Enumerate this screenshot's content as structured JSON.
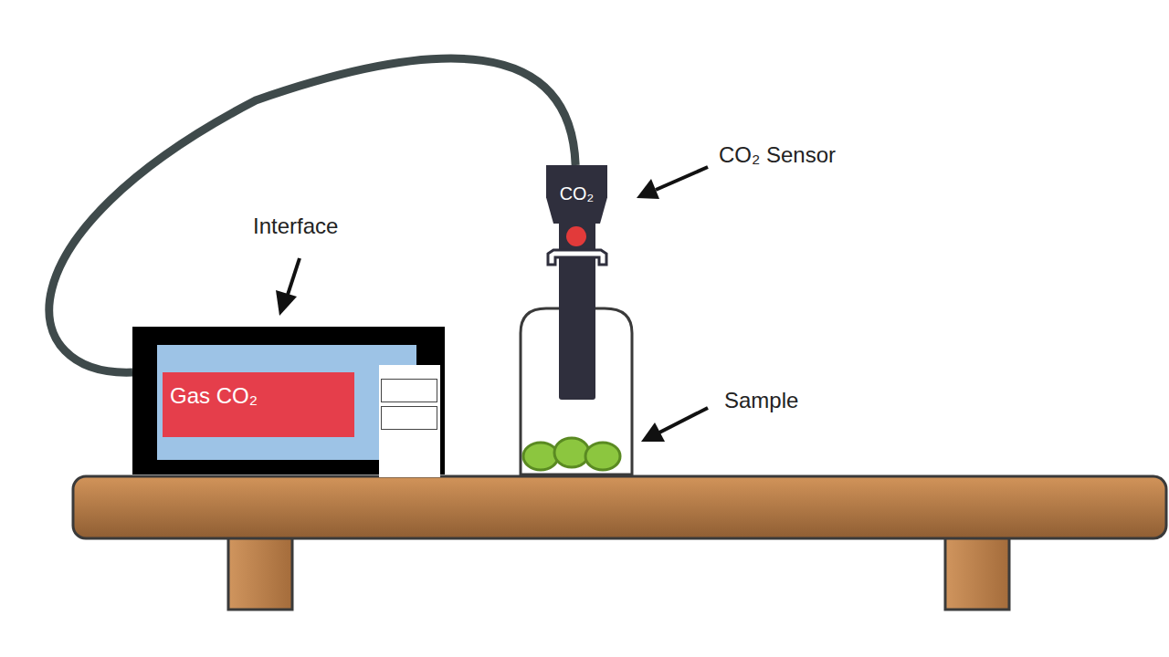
{
  "diagram": {
    "nodes": [
      {
        "text": [
          "Gas CO₂"
        ]
      },
      {
        "text": [
          "CO₂"
        ]
      }
    ],
    "edges": [
      {
        "from": 0,
        "to": 1,
        "arrow": "none"
      }
    ],
    "labels": [
      "Interface",
      "CO₂ Sensor",
      "Sample"
    ]
  }
}
